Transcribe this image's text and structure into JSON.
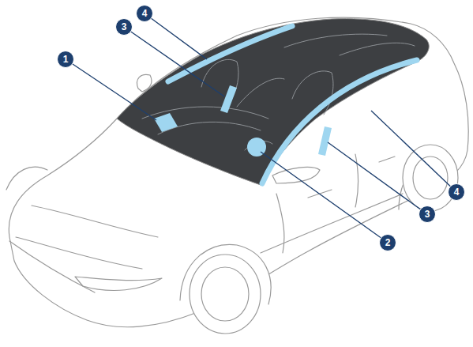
{
  "diagram": {
    "nodes": [
      {
        "text": [
          "4"
        ]
      },
      {
        "text": [
          "3"
        ]
      },
      {
        "text": [
          "1"
        ]
      },
      {
        "text": [
          "4"
        ]
      },
      {
        "text": [
          "3"
        ]
      },
      {
        "text": [
          "2"
        ]
      }
    ]
  }
}
